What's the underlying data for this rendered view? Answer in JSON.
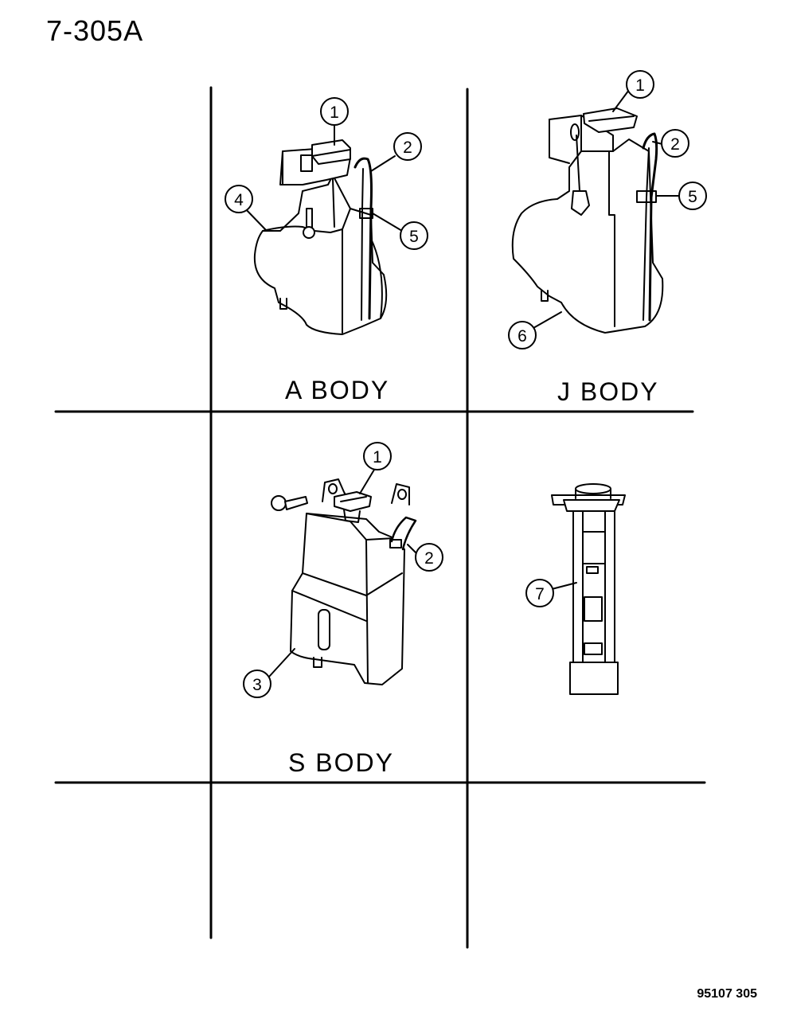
{
  "header": {
    "page_code": "7-305A"
  },
  "footer": {
    "drawing_code": "95107  305"
  },
  "panels": {
    "a_body": {
      "label": "A  BODY",
      "callouts": [
        "1",
        "2",
        "4",
        "5"
      ]
    },
    "j_body": {
      "label": "J  BODY",
      "callouts": [
        "1",
        "2",
        "5",
        "6"
      ]
    },
    "s_body": {
      "label": "S  BODY",
      "callouts": [
        "1",
        "2",
        "3"
      ]
    },
    "pump": {
      "label": "",
      "callouts": [
        "7"
      ]
    }
  }
}
